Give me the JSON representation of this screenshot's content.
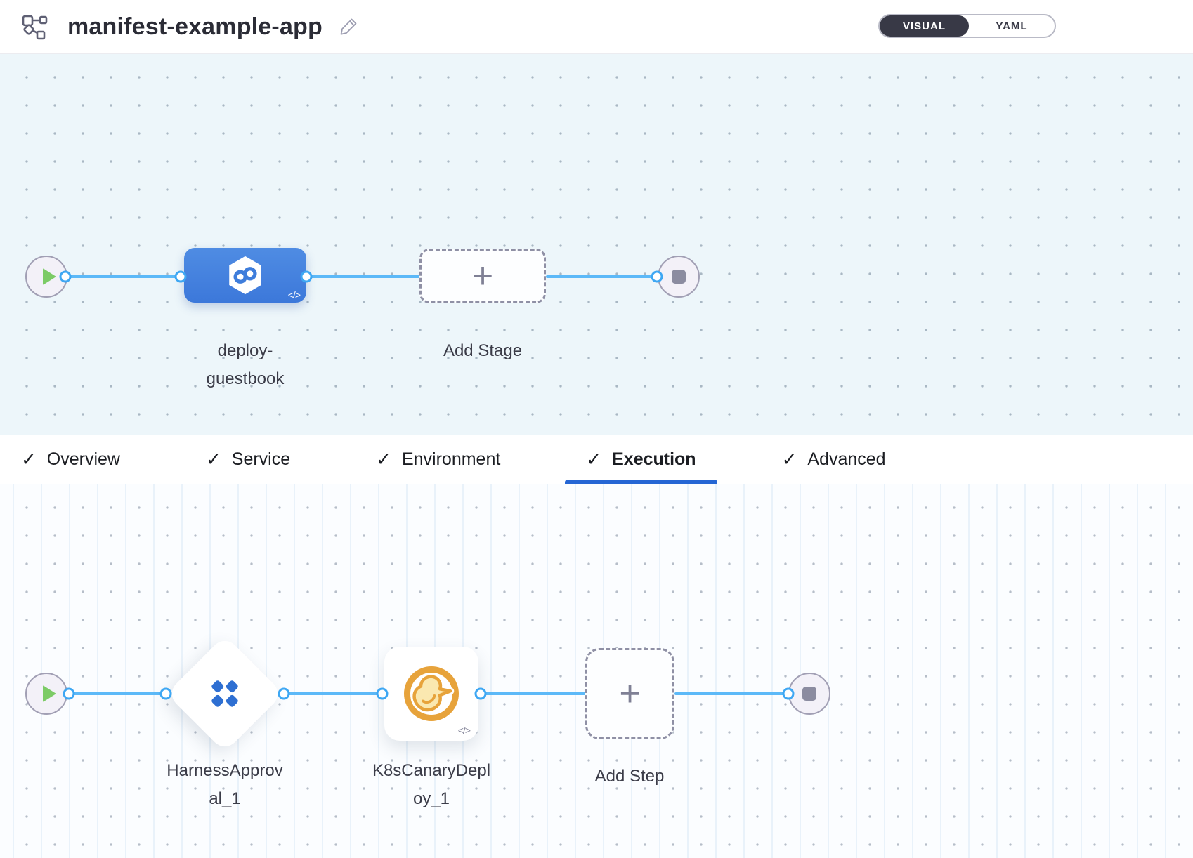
{
  "header": {
    "title": "manifest-example-app",
    "view_toggle": {
      "options": [
        "VISUAL",
        "YAML"
      ],
      "selected": "VISUAL"
    }
  },
  "glyphs": {
    "plus": "+",
    "check": "✓",
    "code": "</>"
  },
  "stage_canvas": {
    "stage_name": "deploy-guestbook",
    "add_stage_label": "Add Stage"
  },
  "tabs": {
    "active": "Execution",
    "items": [
      {
        "label": "Overview"
      },
      {
        "label": "Service"
      },
      {
        "label": "Environment"
      },
      {
        "label": "Execution"
      },
      {
        "label": "Advanced"
      }
    ]
  },
  "execution_canvas": {
    "steps": [
      {
        "name": "HarnessApproval_1"
      },
      {
        "name": "K8sCanaryDeploy_1"
      }
    ],
    "add_step_label": "Add Step"
  },
  "icons": {
    "header_left": "pipeline-graph-icon",
    "title_edit": "pencil-icon",
    "stage_node": "cd-hexagon-infinity-icon",
    "flow_start": "play-icon",
    "flow_end": "stop-square-icon",
    "approval_step": "approval-diamonds-icon",
    "canary_step": "canary-bird-icon",
    "add_placeholder": "plus-icon",
    "tab_prefix": "checkmark-icon"
  },
  "colors": {
    "stage_node_blue": "#4285DC",
    "connector_blue": "#5CB9F8",
    "dot_border_blue": "#3EA7F3",
    "active_tab_underline": "#2566D4",
    "toggle_selected_bg": "#383946",
    "play_green": "#7CCB66",
    "end_square_gray": "#8B8CA0",
    "approval_icon_blue": "#2E6FD2",
    "canary_icon_gold": "#E7A33B",
    "canvas_top_bg": "#EDF6FA",
    "canvas_bottom_bg": "#FBFDFF"
  }
}
